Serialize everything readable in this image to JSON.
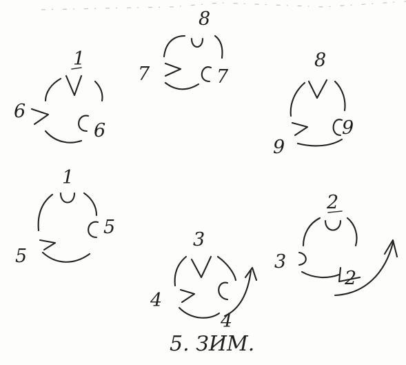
{
  "diagram": {
    "caption": "5. ЗИМ.",
    "nodes": [
      {
        "id": "group-1",
        "top": "8",
        "left": "7",
        "right": "7"
      },
      {
        "id": "group-2",
        "top": "8",
        "left": "9",
        "right": "9"
      },
      {
        "id": "group-3",
        "top": "1",
        "left": "6",
        "right": "6"
      },
      {
        "id": "group-4",
        "top": "1",
        "left": "5",
        "right": "5"
      },
      {
        "id": "group-5",
        "top": "3",
        "left": "4",
        "right": "4"
      },
      {
        "id": "group-6",
        "top": "2",
        "left": "3",
        "right": "2"
      }
    ]
  },
  "colors": {
    "ink": "#222222",
    "paper": "#fdfdfb"
  }
}
